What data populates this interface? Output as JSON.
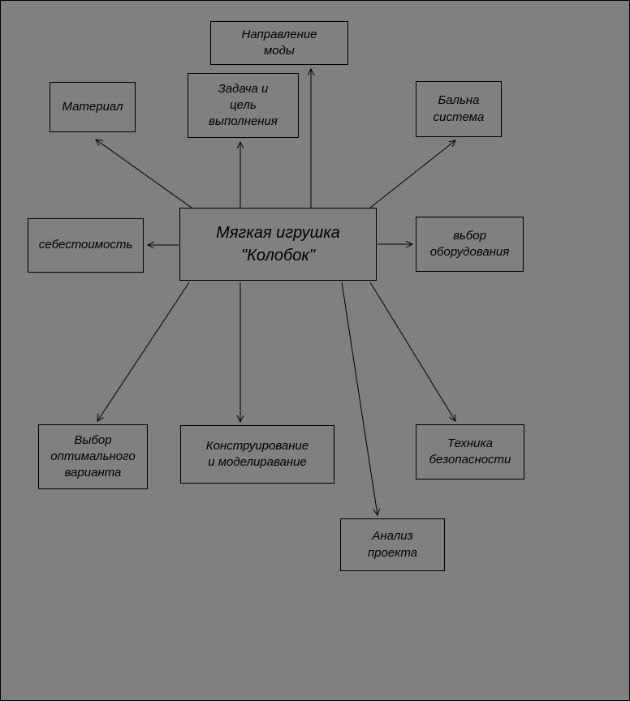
{
  "diagram": {
    "title": "Project star diagram for soft toy Kolobok",
    "colors": {
      "background": "#808080",
      "line": "#000000",
      "text": "#000000"
    },
    "center": {
      "label": "Мягкая игрушка\n\"Колобок\""
    },
    "nodes": {
      "fashion": {
        "label": "Направление\nмоды"
      },
      "task": {
        "label": "Задача и\nцель\nвыполнения"
      },
      "material": {
        "label": "Материал"
      },
      "ball_system": {
        "label": "Бальна\nсистема"
      },
      "cost": {
        "label": "себестоимость"
      },
      "equipment": {
        "label": "вьбор\nоборудования"
      },
      "optimal": {
        "label": "Выбор\nоптимального\nварианта"
      },
      "construction": {
        "label": "Конструирование\nи моделиравание"
      },
      "safety": {
        "label": "Техника\nбезопасности"
      },
      "analysis": {
        "label": "Анализ\nпроекта"
      }
    }
  }
}
